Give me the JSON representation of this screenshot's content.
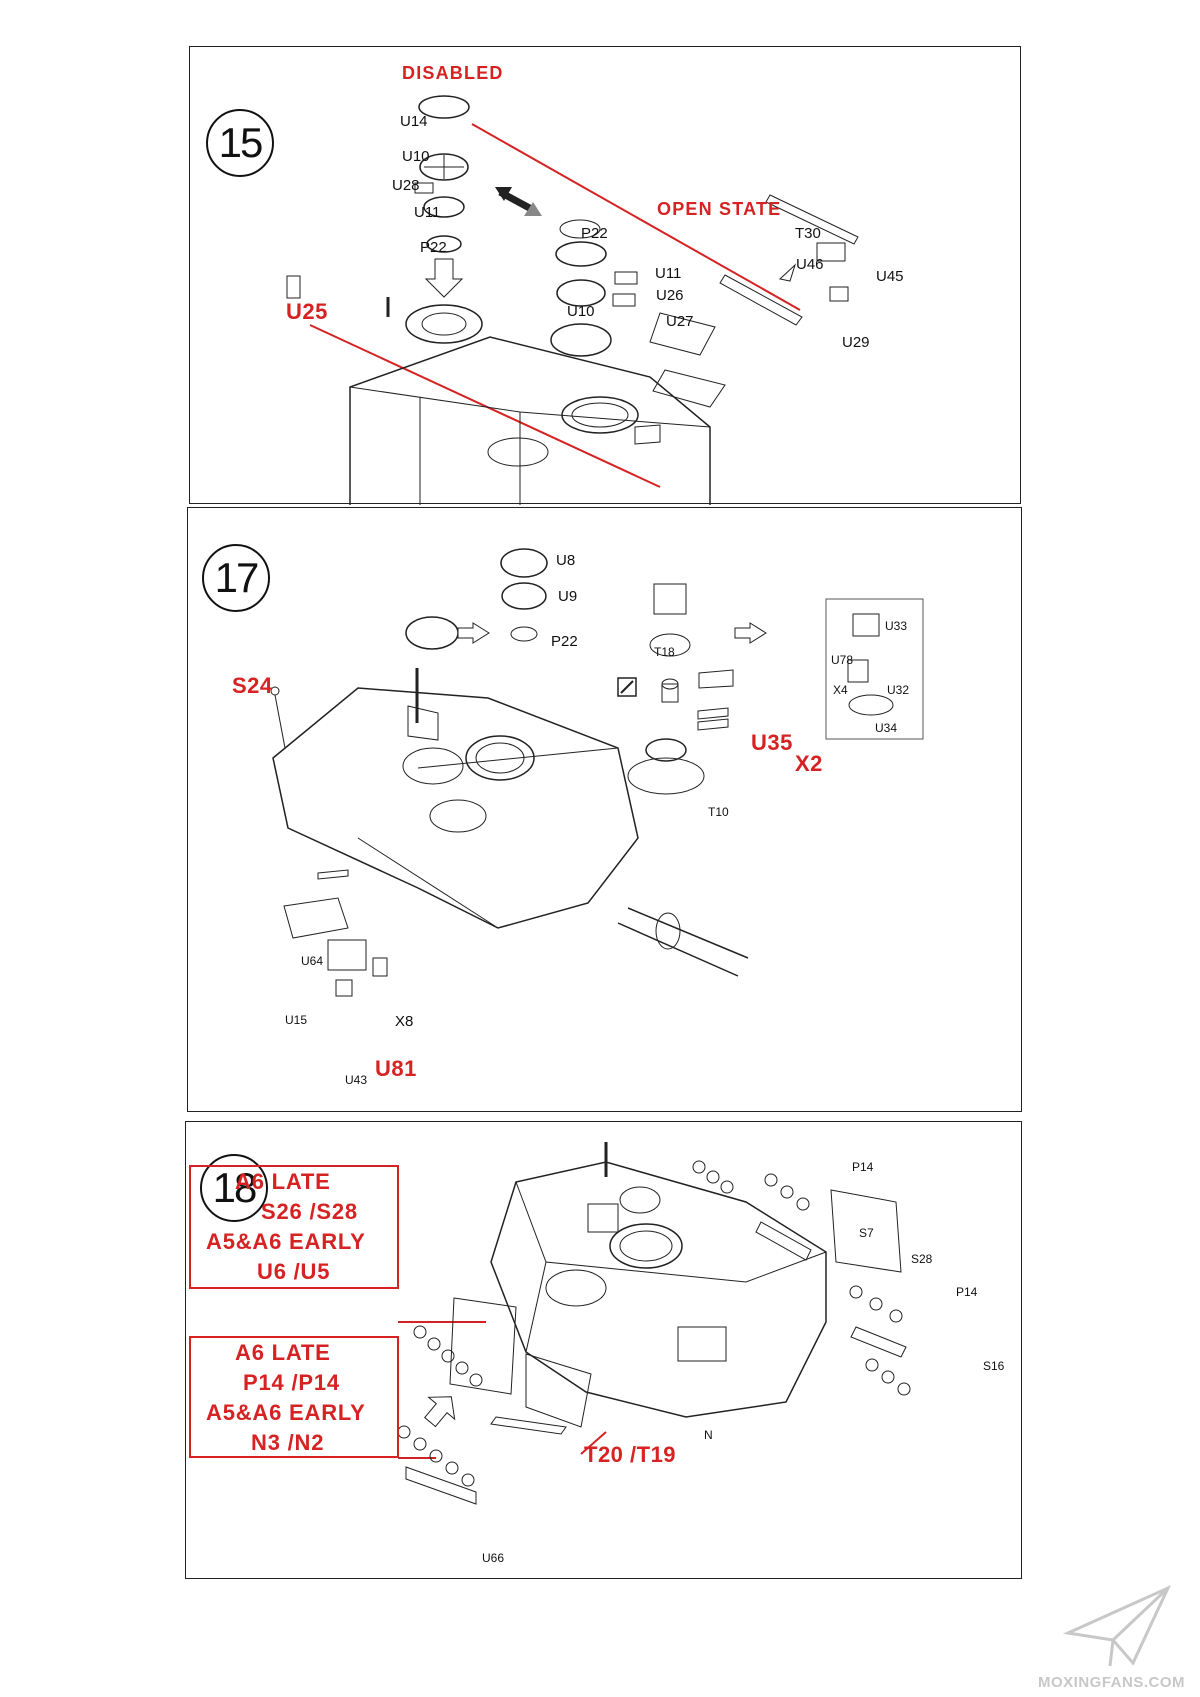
{
  "steps": [
    {
      "number": "15",
      "notes": {
        "disabled": "DISABLED",
        "open_state": "OPEN STATE"
      },
      "red_parts": [
        "U25"
      ],
      "parts": [
        "U14",
        "U10",
        "U28",
        "U11",
        "P22",
        "P22",
        "U11",
        "U26",
        "U10",
        "U27",
        "T30",
        "U46",
        "U45",
        "U29"
      ]
    },
    {
      "number": "17",
      "red_parts": [
        "S24",
        "U35",
        "X2",
        "U81"
      ],
      "parts": [
        "U8",
        "U9",
        "P22",
        "T18",
        "T10",
        "U33",
        "U78",
        "X4",
        "U32",
        "U34",
        "U64",
        "U15",
        "X8",
        "U43"
      ]
    },
    {
      "number": "18",
      "variants": [
        {
          "lines": [
            "A6 LATE",
            "S26 /S28",
            "A5&A6 EARLY",
            "U6 /U5"
          ]
        },
        {
          "lines": [
            "A6 LATE",
            "P14 /P14",
            "A5&A6 EARLY",
            "N3 /N2"
          ]
        }
      ],
      "red_parts": [
        "T20 /T19"
      ],
      "parts": [
        "P14",
        "S7",
        "S28",
        "P14",
        "S16",
        "N",
        "U66"
      ]
    }
  ],
  "watermark": {
    "text": "MOXINGFANS.COM",
    "icon": "paper-plane-icon"
  },
  "colors": {
    "accent_red": "#d62222",
    "line": "#222222"
  }
}
